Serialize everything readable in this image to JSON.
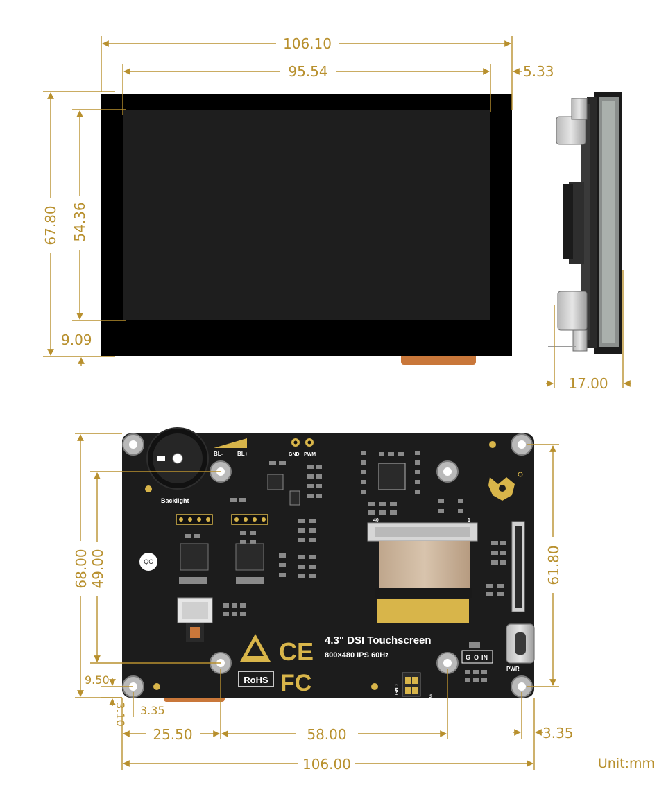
{
  "front_view": {
    "overall_width": "106.10",
    "active_width": "95.54",
    "right_border": "5.33",
    "overall_height": "67.80",
    "active_height": "54.36",
    "bottom_border": "9.09"
  },
  "side_view": {
    "thickness": "17.00"
  },
  "back_view": {
    "height": "68.00",
    "hole_spacing_vertical": "49.00",
    "right_hole_spacing": "61.80",
    "bottom_hole_offset": "9.50",
    "left_hole_offset_v": "3.10",
    "left_hole_offset_h": "3.35",
    "right_hole_offset_h": "3.35",
    "left_segment": "25.50",
    "middle_segment": "58.00",
    "overall_width": "106.00"
  },
  "silkscreen": {
    "product_line1": "4.3\" DSI Touchscreen",
    "product_line2": "800×480 IPS 60Hz",
    "backlight": "Backlight",
    "bl_minus": "BL-",
    "bl_plus": "BL+",
    "gnd": "GND",
    "pwm": "PWM",
    "rohs": "RoHS",
    "ce": "CE",
    "fcc": "FC",
    "pwr": "PWR",
    "pin_1": "1",
    "pin_40": "40",
    "gnd_rotated": "GND",
    "v5": "5V",
    "qc": "QC",
    "in_label": "IN",
    "g_label": "G",
    "o_label": "O"
  },
  "unit": "Unit:mm",
  "colors": {
    "dimension": "#b8902e",
    "pcb": "#1c1c1c",
    "screen": "#1e1e1e",
    "bezel": "#000000",
    "flex_cable": "#c9773a",
    "gold": "#d8b54a"
  }
}
